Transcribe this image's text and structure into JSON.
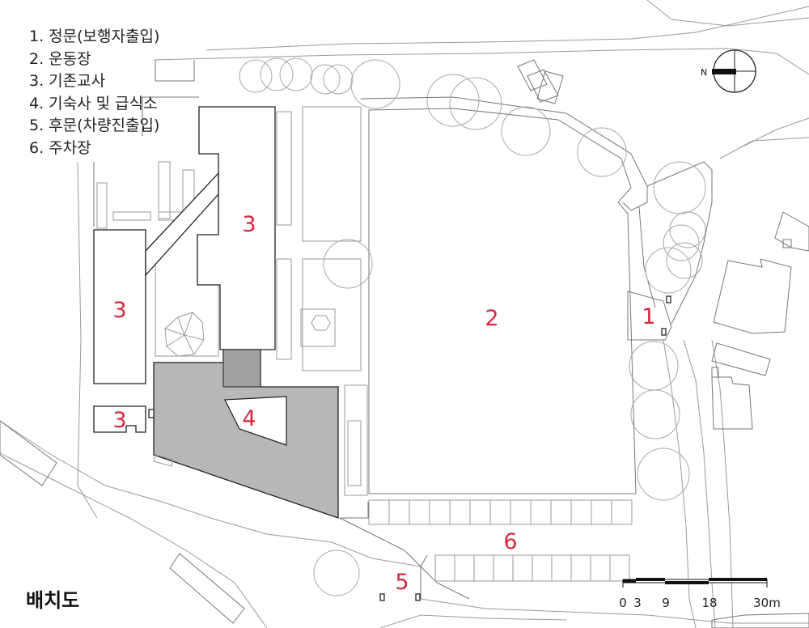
{
  "legend": [
    "1. 정문(보행자출입)",
    "2. 운동장",
    "3. 기존교사",
    "4. 기숙사 및 급식소",
    "5. 후문(차량진출입)",
    "6. 주차장"
  ],
  "title": "배치도",
  "labels": {
    "main_gate": "1",
    "field": "2",
    "school_north": "3",
    "school_west": "3",
    "school_annex": "3",
    "dorm": "4",
    "back_gate": "5",
    "parking": "6"
  },
  "north_arrow": {
    "label": "N"
  },
  "scale_bar": {
    "ticks": [
      "0",
      "3",
      "9",
      "18",
      "30m"
    ]
  },
  "colors": {
    "label_red": "#d8283c",
    "dorm_fill": "#b7b7b7",
    "line": "#222222"
  }
}
